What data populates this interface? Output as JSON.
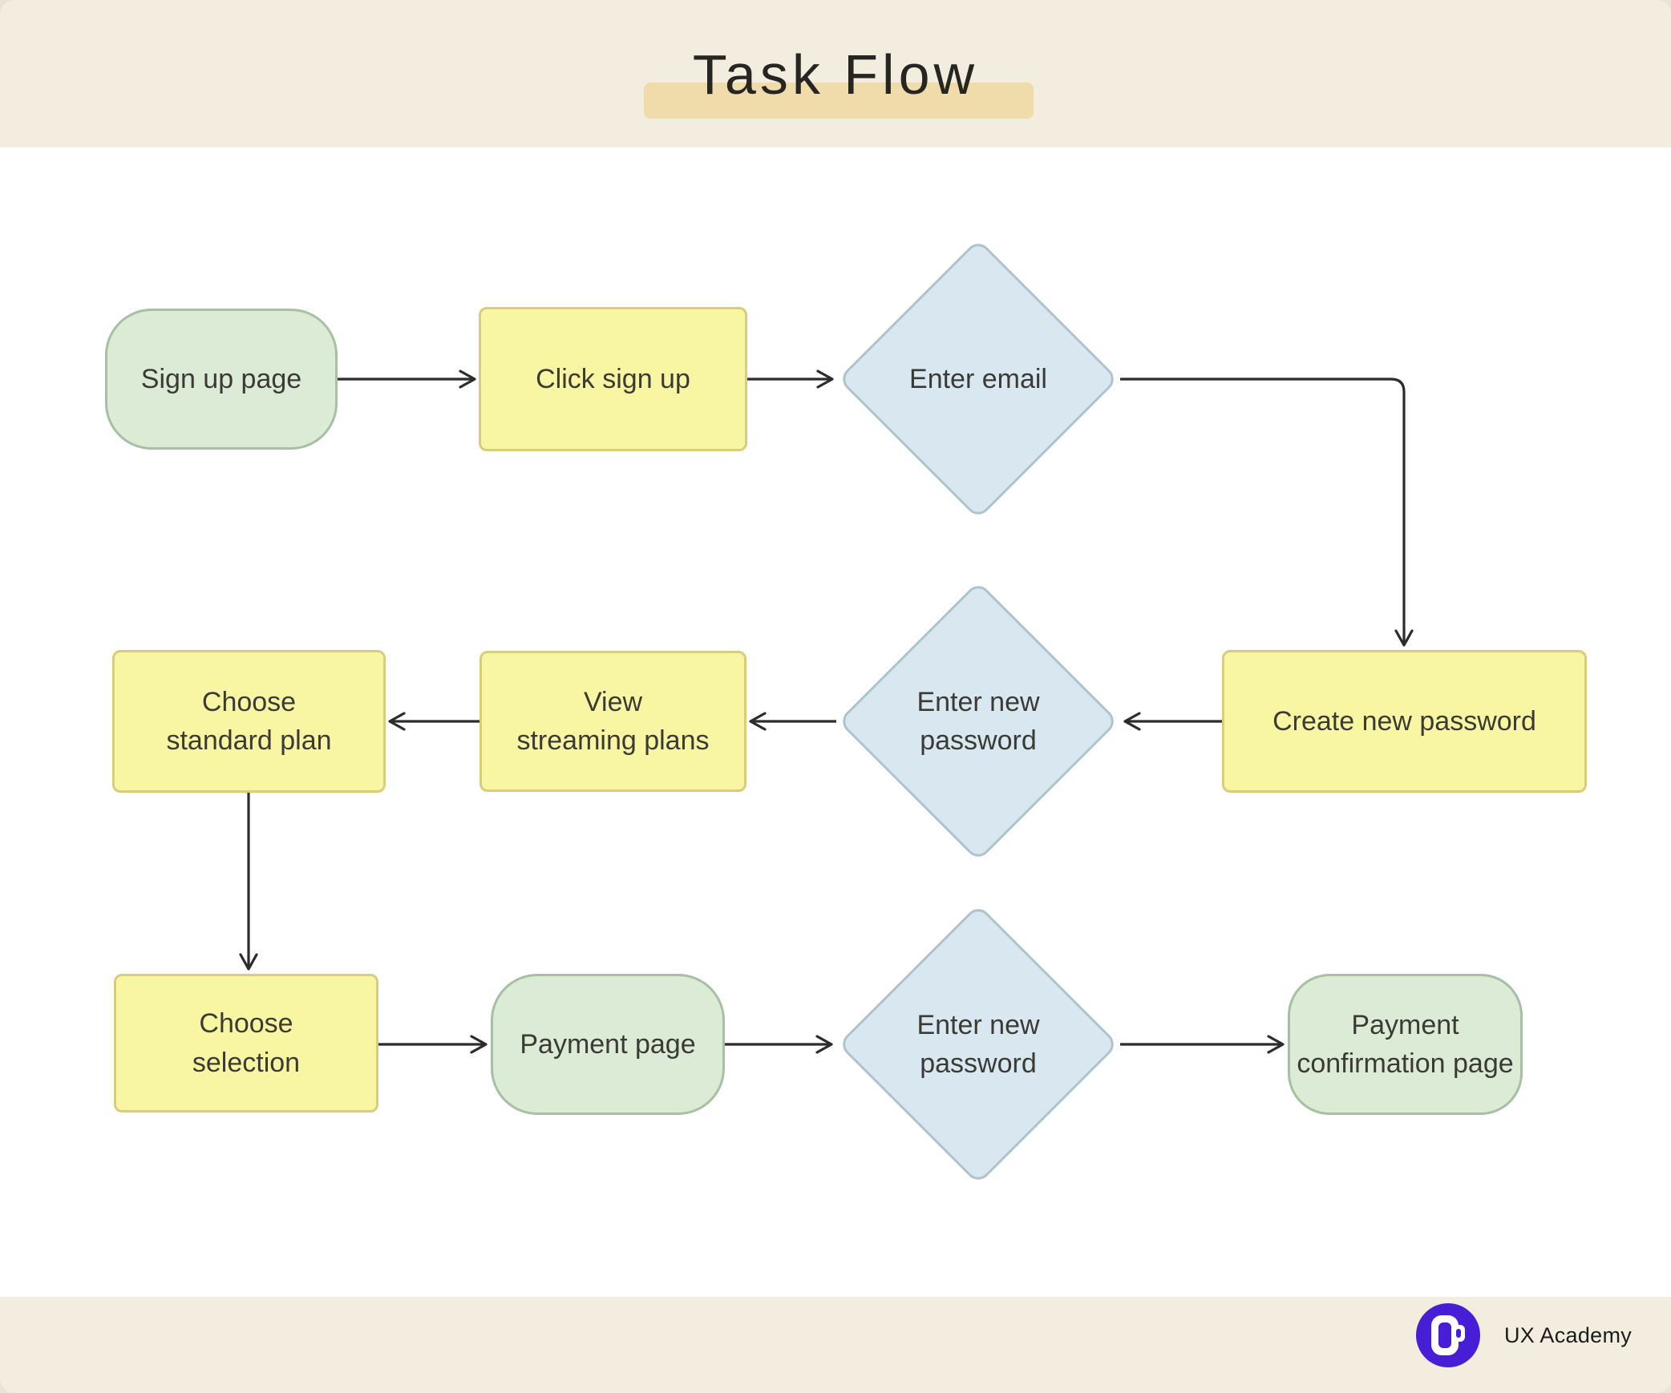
{
  "title": "Task Flow",
  "brand": {
    "label": "UX Academy",
    "logo_icon": "d-logo-icon"
  },
  "diagram": {
    "nodes": {
      "signup_page": {
        "type": "terminal",
        "label": "Sign up page"
      },
      "click_sign_up": {
        "type": "process",
        "label": "Click sign up"
      },
      "enter_email": {
        "type": "decision",
        "label": "Enter email"
      },
      "create_new_password": {
        "type": "process",
        "label": "Create new password"
      },
      "enter_new_password": {
        "type": "decision",
        "lines": [
          "Enter new",
          "password"
        ]
      },
      "view_streaming_plans": {
        "type": "process",
        "lines": [
          "View",
          "streaming plans"
        ]
      },
      "choose_standard_plan": {
        "type": "process",
        "lines": [
          "Choose",
          "standard plan"
        ]
      },
      "choose_selection": {
        "type": "process",
        "lines": [
          "Choose",
          "selection"
        ]
      },
      "payment_page": {
        "type": "terminal",
        "label": "Payment page"
      },
      "enter_new_password_2": {
        "type": "decision",
        "lines": [
          "Enter new",
          "password"
        ]
      },
      "payment_confirmation_page": {
        "type": "terminal",
        "lines": [
          "Payment",
          "confirmation page"
        ]
      }
    },
    "edges": [
      "signup_page -> click_sign_up",
      "click_sign_up -> enter_email",
      "enter_email -> create_new_password",
      "create_new_password -> enter_new_password",
      "enter_new_password -> view_streaming_plans",
      "view_streaming_plans -> choose_standard_plan",
      "choose_standard_plan -> choose_selection",
      "choose_selection -> payment_page",
      "payment_page -> enter_new_password_2",
      "enter_new_password_2 -> payment_confirmation_page"
    ]
  },
  "colors": {
    "background": "#f2edde",
    "panel": "#ffffff",
    "yellow_fill": "#f9f6a3",
    "yellow_border": "#d7cd7d",
    "green_fill": "#dbebd6",
    "green_border": "#a7c0a3",
    "blue_fill": "#d8e7f0",
    "blue_border": "#afc3cd",
    "arrow": "#2c2c2c",
    "node_text": "#3b3b36",
    "title_text": "#262521",
    "highlight": "#f0dcaa",
    "logo_purple": "#481dd6",
    "brand_text": "#1c1c1c"
  }
}
